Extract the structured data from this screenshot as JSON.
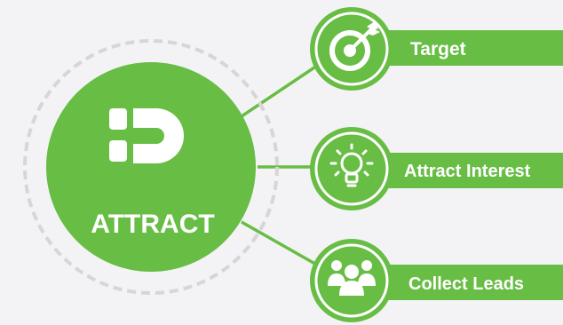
{
  "colors": {
    "green": "#68bd45",
    "dash_ring": "#d6d6d6",
    "background": "#f3f3f5",
    "white": "#ffffff"
  },
  "hub": {
    "label": "ATTRACT",
    "icon": "brand-logo-icon"
  },
  "items": [
    {
      "label": "Target",
      "icon": "target-arrow-icon"
    },
    {
      "label": "Attract Interest",
      "icon": "lightbulb-icon"
    },
    {
      "label": "Collect Leads",
      "icon": "people-group-icon"
    }
  ]
}
